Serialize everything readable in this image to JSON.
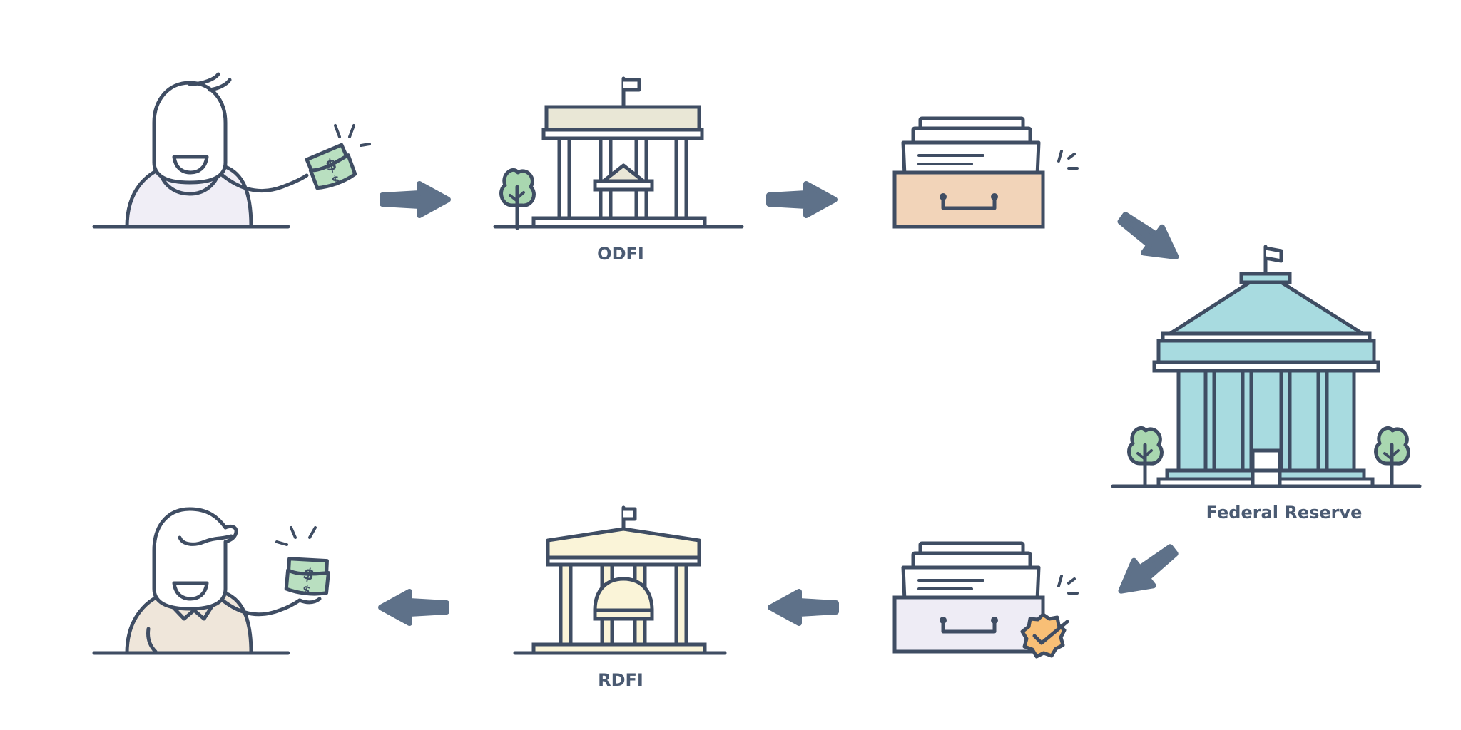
{
  "labels": {
    "odfi": "ODFI",
    "federal_reserve": "Federal Reserve",
    "rdfi": "RDFI"
  },
  "icons": [
    "sender-person-icon",
    "money-bills-icon",
    "odfi-bank-icon",
    "ach-file-drawer-icon",
    "federal-reserve-bank-icon",
    "approved-file-drawer-icon",
    "approved-badge-icon",
    "rdfi-bank-icon",
    "receiver-person-icon",
    "tree-icon",
    "arrow-icon"
  ],
  "colors": {
    "stroke": "#3f4d63",
    "arrow": "#5e7189",
    "label": "#4a5a72",
    "sender_shirt": "#f0eef6",
    "receiver_shirt": "#efe6da",
    "money": "#b9dfc0",
    "odfi_roof": "#e9e7d6",
    "drawer_top": "#f2d4b9",
    "drawer_bottom": "#eeecf5",
    "fed_building": "#a8dbe0",
    "rdfi_building": "#faf4d8",
    "tree": "#a9d7b0",
    "badge": "#f8bf76"
  }
}
